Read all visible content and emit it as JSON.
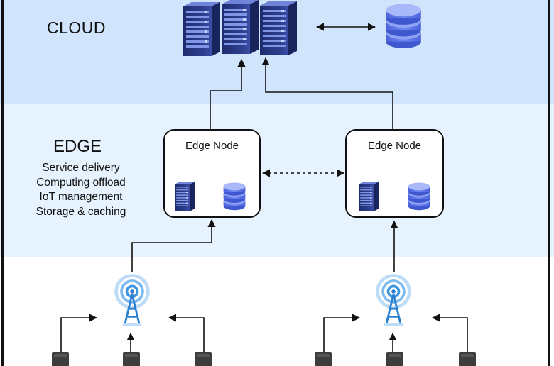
{
  "cloud": {
    "title": "CLOUD"
  },
  "edge": {
    "title": "EDGE",
    "functions": [
      "Service delivery",
      "Computing offload",
      "IoT management",
      "Storage & caching"
    ]
  },
  "edge_nodes": [
    {
      "label": "Edge Node"
    },
    {
      "label": "Edge Node"
    }
  ],
  "colors": {
    "cloud_band": "#d0e5fb",
    "edge_band": "#e6f2fd",
    "device_band": "#ffffff",
    "server_dark": "#2b3a82",
    "server_light": "#5a6fd0",
    "database": "#5b72e6",
    "antenna": "#3f97e0",
    "device": "#3a3a3a",
    "frame": "#111111"
  },
  "icons": {
    "server_rack": "server-rack-icon",
    "database": "database-icon",
    "antenna": "wireless-tower-icon",
    "iot_device": "iot-device-icon"
  }
}
